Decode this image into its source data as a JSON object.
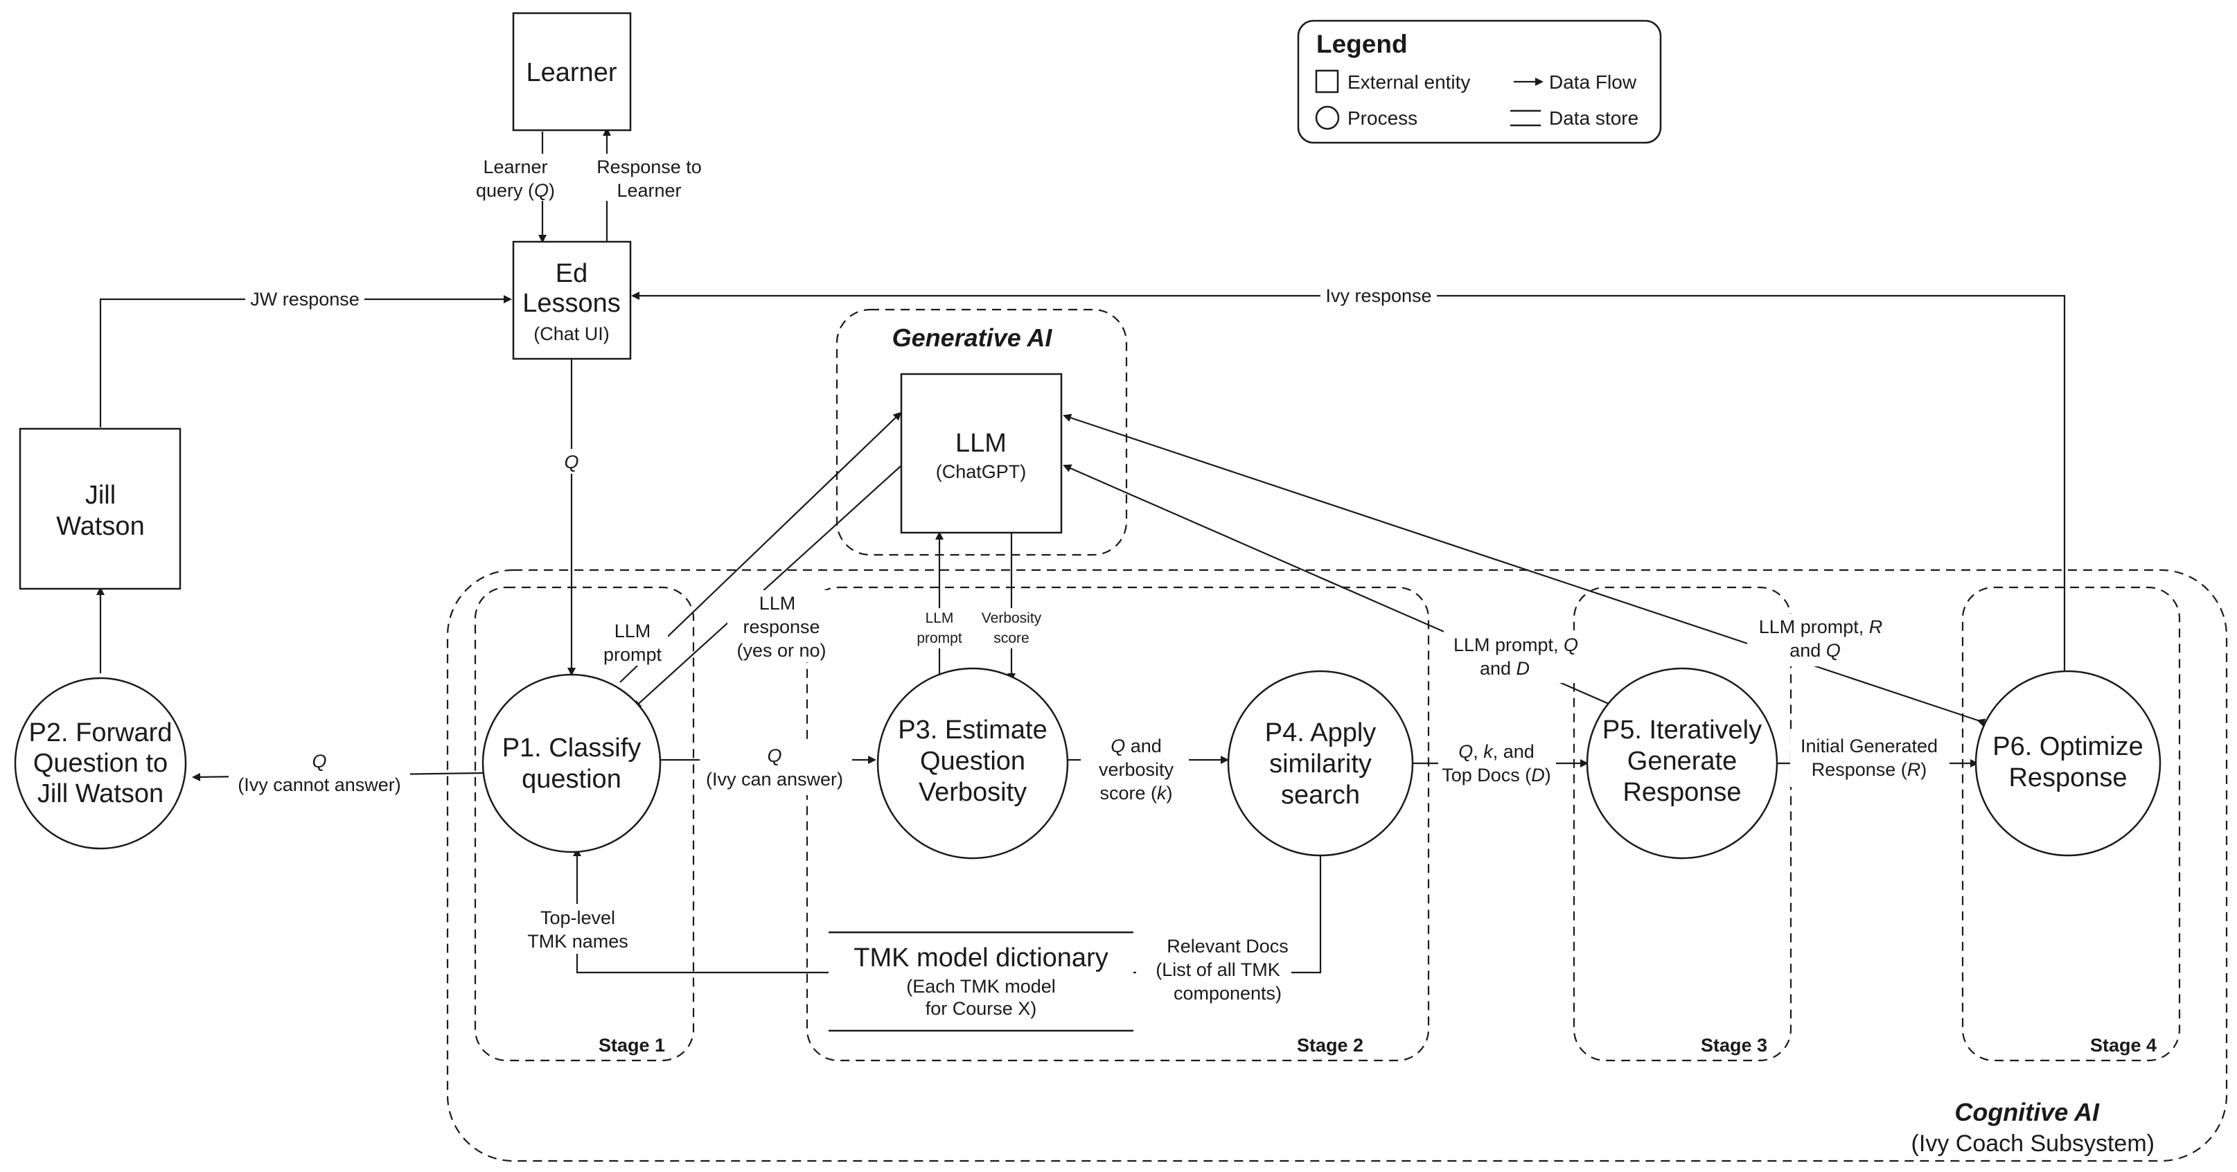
{
  "legend": {
    "title": "Legend",
    "external_entity": "External entity",
    "process": "Process",
    "data_flow": "Data Flow",
    "data_store": "Data store"
  },
  "entities": {
    "learner": "Learner",
    "ed_lessons": [
      "Ed",
      "Lessons"
    ],
    "ed_lessons_sub": "(Chat UI)",
    "jill_watson": [
      "Jill",
      "Watson"
    ],
    "llm": "LLM",
    "llm_sub": "(ChatGPT)"
  },
  "processes": {
    "p1": [
      "P1. Classify",
      "question"
    ],
    "p2": [
      "P2. Forward",
      "Question to",
      "Jill Watson"
    ],
    "p3": [
      "P3. Estimate",
      "Question",
      "Verbosity"
    ],
    "p4": [
      "P4. Apply",
      "similarity",
      "search"
    ],
    "p5": [
      "P5. Iteratively",
      "Generate",
      "Response"
    ],
    "p6": [
      "P6. Optimize",
      "Response"
    ]
  },
  "datastore": {
    "name": "TMK model dictionary",
    "sub": [
      "(Each TMK model",
      "for Course X)"
    ]
  },
  "groups": {
    "generative": "Generative AI",
    "cognitive": "Cognitive AI",
    "cognitive_sub": "(Ivy Coach Subsystem)",
    "stage1": "Stage 1",
    "stage2": "Stage 2",
    "stage3": "Stage 3",
    "stage4": "Stage 4"
  },
  "flows": {
    "learner_query": [
      "Learner",
      "query (",
      "Q",
      ")"
    ],
    "response_to_learner": [
      "Response to",
      "Learner"
    ],
    "jw_response": "JW response",
    "ivy_response": "Ivy response",
    "q_down": "Q",
    "llm_prompt_p1": [
      "LLM",
      "prompt"
    ],
    "llm_response_p1": [
      "LLM",
      "response",
      "(yes or no)"
    ],
    "ivy_cannot": [
      "Q",
      "(Ivy cannot answer)"
    ],
    "ivy_can": [
      "Q",
      "(Ivy can answer)"
    ],
    "p3_llm_prompt": [
      "LLM",
      "prompt"
    ],
    "p3_verbosity": [
      "Verbosity",
      "score"
    ],
    "q_verbosity": [
      "Q",
      " and",
      "verbosity",
      "score (",
      "k",
      ")"
    ],
    "q_k_topdocs": [
      "Q",
      ", ",
      "k",
      ", and",
      "Top Docs (",
      "D",
      ")"
    ],
    "p5_llm_prompt": [
      "LLM prompt, ",
      "Q",
      "and ",
      "D"
    ],
    "p6_llm_prompt": [
      "LLM prompt, ",
      "R",
      "and ",
      "Q"
    ],
    "initial_generated": [
      "Initial Generated",
      "Response (",
      "R",
      ")"
    ],
    "top_level_tmk": [
      "Top-level",
      "TMK names"
    ],
    "relevant_docs": [
      "Relevant Docs",
      "(List of all TMK",
      "components)"
    ]
  }
}
